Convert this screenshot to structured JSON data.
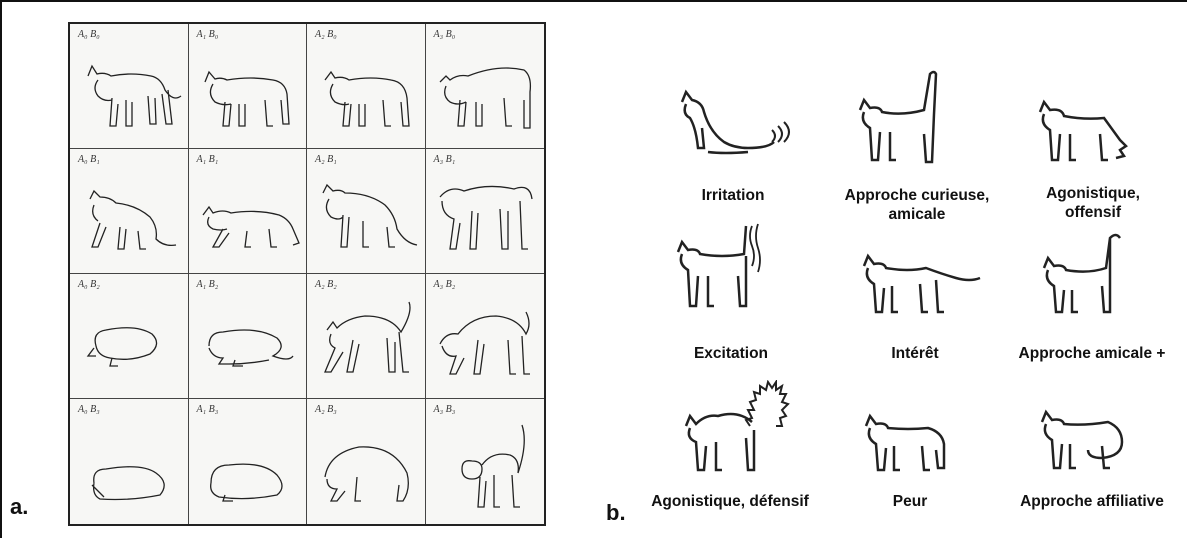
{
  "panel_a": {
    "label": "a.",
    "cells": [
      {
        "label": "A₀ B₀",
        "posture": "neutral-standing"
      },
      {
        "label": "A₁ B₀",
        "posture": "neutral-standing"
      },
      {
        "label": "A₂ B₀",
        "posture": "neutral-standing-ears-back"
      },
      {
        "label": "A₃ B₀",
        "posture": "neutral-standing-ears-flat"
      },
      {
        "label": "A₀ B₁",
        "posture": "crouching-walk"
      },
      {
        "label": "A₁ B₁",
        "posture": "low-walk"
      },
      {
        "label": "A₂ B₁",
        "posture": "low-walk-ears-back"
      },
      {
        "label": "A₃ B₁",
        "posture": "low-walk-hissing"
      },
      {
        "label": "A₀ B₂",
        "posture": "crouched"
      },
      {
        "label": "A₁ B₂",
        "posture": "crouched-ears-back"
      },
      {
        "label": "A₂ B₂",
        "posture": "arched"
      },
      {
        "label": "A₃ B₂",
        "posture": "arched-hissing"
      },
      {
        "label": "A₀ B₃",
        "posture": "flattened"
      },
      {
        "label": "A₁ B₃",
        "posture": "flattened-ears-back"
      },
      {
        "label": "A₂ B₃",
        "posture": "hunched-ears-flat"
      },
      {
        "label": "A₃ B₃",
        "posture": "full-arch-side"
      }
    ]
  },
  "panel_b": {
    "label": "b.",
    "items": [
      {
        "caption": "Irritation",
        "posture": "sitting-tail-twitch"
      },
      {
        "caption": "Approche curieuse,\namicale",
        "posture": "tail-up"
      },
      {
        "caption": "Agonistique,\noffensif",
        "posture": "tail-bristled-down"
      },
      {
        "caption": "Excitation",
        "posture": "tail-up-quivering"
      },
      {
        "caption": "Intérêt",
        "posture": "tail-horizontal"
      },
      {
        "caption": "Approche amicale +",
        "posture": "tail-up-hooked"
      },
      {
        "caption": "Agonistique, défensif",
        "posture": "tail-bristled-up"
      },
      {
        "caption": "Peur",
        "posture": "tail-tucked"
      },
      {
        "caption": "Approche affiliative",
        "posture": "tail-wrapped"
      }
    ]
  }
}
